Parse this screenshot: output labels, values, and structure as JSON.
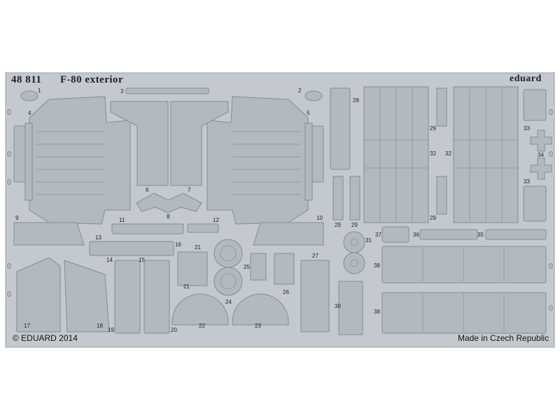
{
  "sheet": {
    "code": "48 811",
    "title": "F-80 exterior",
    "brand": "eduard",
    "copyright": "© EDUARD 2014",
    "origin": "Made in Czech Republic"
  },
  "colors": {
    "sheet": "#c4c9d0",
    "part": "#b3b9c1",
    "outline": "#858b94",
    "highlight": "#e8ebef",
    "text": "#222222"
  },
  "part_numbers": [
    {
      "id": "n1",
      "label": "1"
    },
    {
      "id": "n2",
      "label": "2"
    },
    {
      "id": "n3",
      "label": "3"
    },
    {
      "id": "n4",
      "label": "4"
    },
    {
      "id": "n5",
      "label": "5"
    },
    {
      "id": "n6",
      "label": "6"
    },
    {
      "id": "n7",
      "label": "7"
    },
    {
      "id": "n8",
      "label": "8"
    },
    {
      "id": "n9",
      "label": "9"
    },
    {
      "id": "n10",
      "label": "10"
    },
    {
      "id": "n11",
      "label": "11"
    },
    {
      "id": "n12",
      "label": "12"
    },
    {
      "id": "n13",
      "label": "13"
    },
    {
      "id": "n14",
      "label": "14"
    },
    {
      "id": "n15",
      "label": "15"
    },
    {
      "id": "n16",
      "label": "16"
    },
    {
      "id": "n17",
      "label": "17"
    },
    {
      "id": "n18",
      "label": "18"
    },
    {
      "id": "n19",
      "label": "19"
    },
    {
      "id": "n20",
      "label": "20"
    },
    {
      "id": "n21a",
      "label": "21"
    },
    {
      "id": "n21b",
      "label": "21"
    },
    {
      "id": "n22",
      "label": "22"
    },
    {
      "id": "n23",
      "label": "23"
    },
    {
      "id": "n24",
      "label": "24"
    },
    {
      "id": "n25",
      "label": "25"
    },
    {
      "id": "n26",
      "label": "26"
    },
    {
      "id": "n27",
      "label": "27"
    },
    {
      "id": "n28",
      "label": "28"
    },
    {
      "id": "n29a",
      "label": "29"
    },
    {
      "id": "n29b",
      "label": "29"
    },
    {
      "id": "n29c",
      "label": "29"
    },
    {
      "id": "n29d",
      "label": "29"
    },
    {
      "id": "n30",
      "label": "30"
    },
    {
      "id": "n31",
      "label": "31"
    },
    {
      "id": "n32a",
      "label": "32"
    },
    {
      "id": "n32b",
      "label": "32"
    },
    {
      "id": "n33a",
      "label": "33"
    },
    {
      "id": "n33b",
      "label": "33"
    },
    {
      "id": "n34",
      "label": "34"
    },
    {
      "id": "n35",
      "label": "35"
    },
    {
      "id": "n36",
      "label": "36"
    },
    {
      "id": "n37",
      "label": "37"
    },
    {
      "id": "n38a",
      "label": "38"
    },
    {
      "id": "n38b",
      "label": "38"
    }
  ]
}
